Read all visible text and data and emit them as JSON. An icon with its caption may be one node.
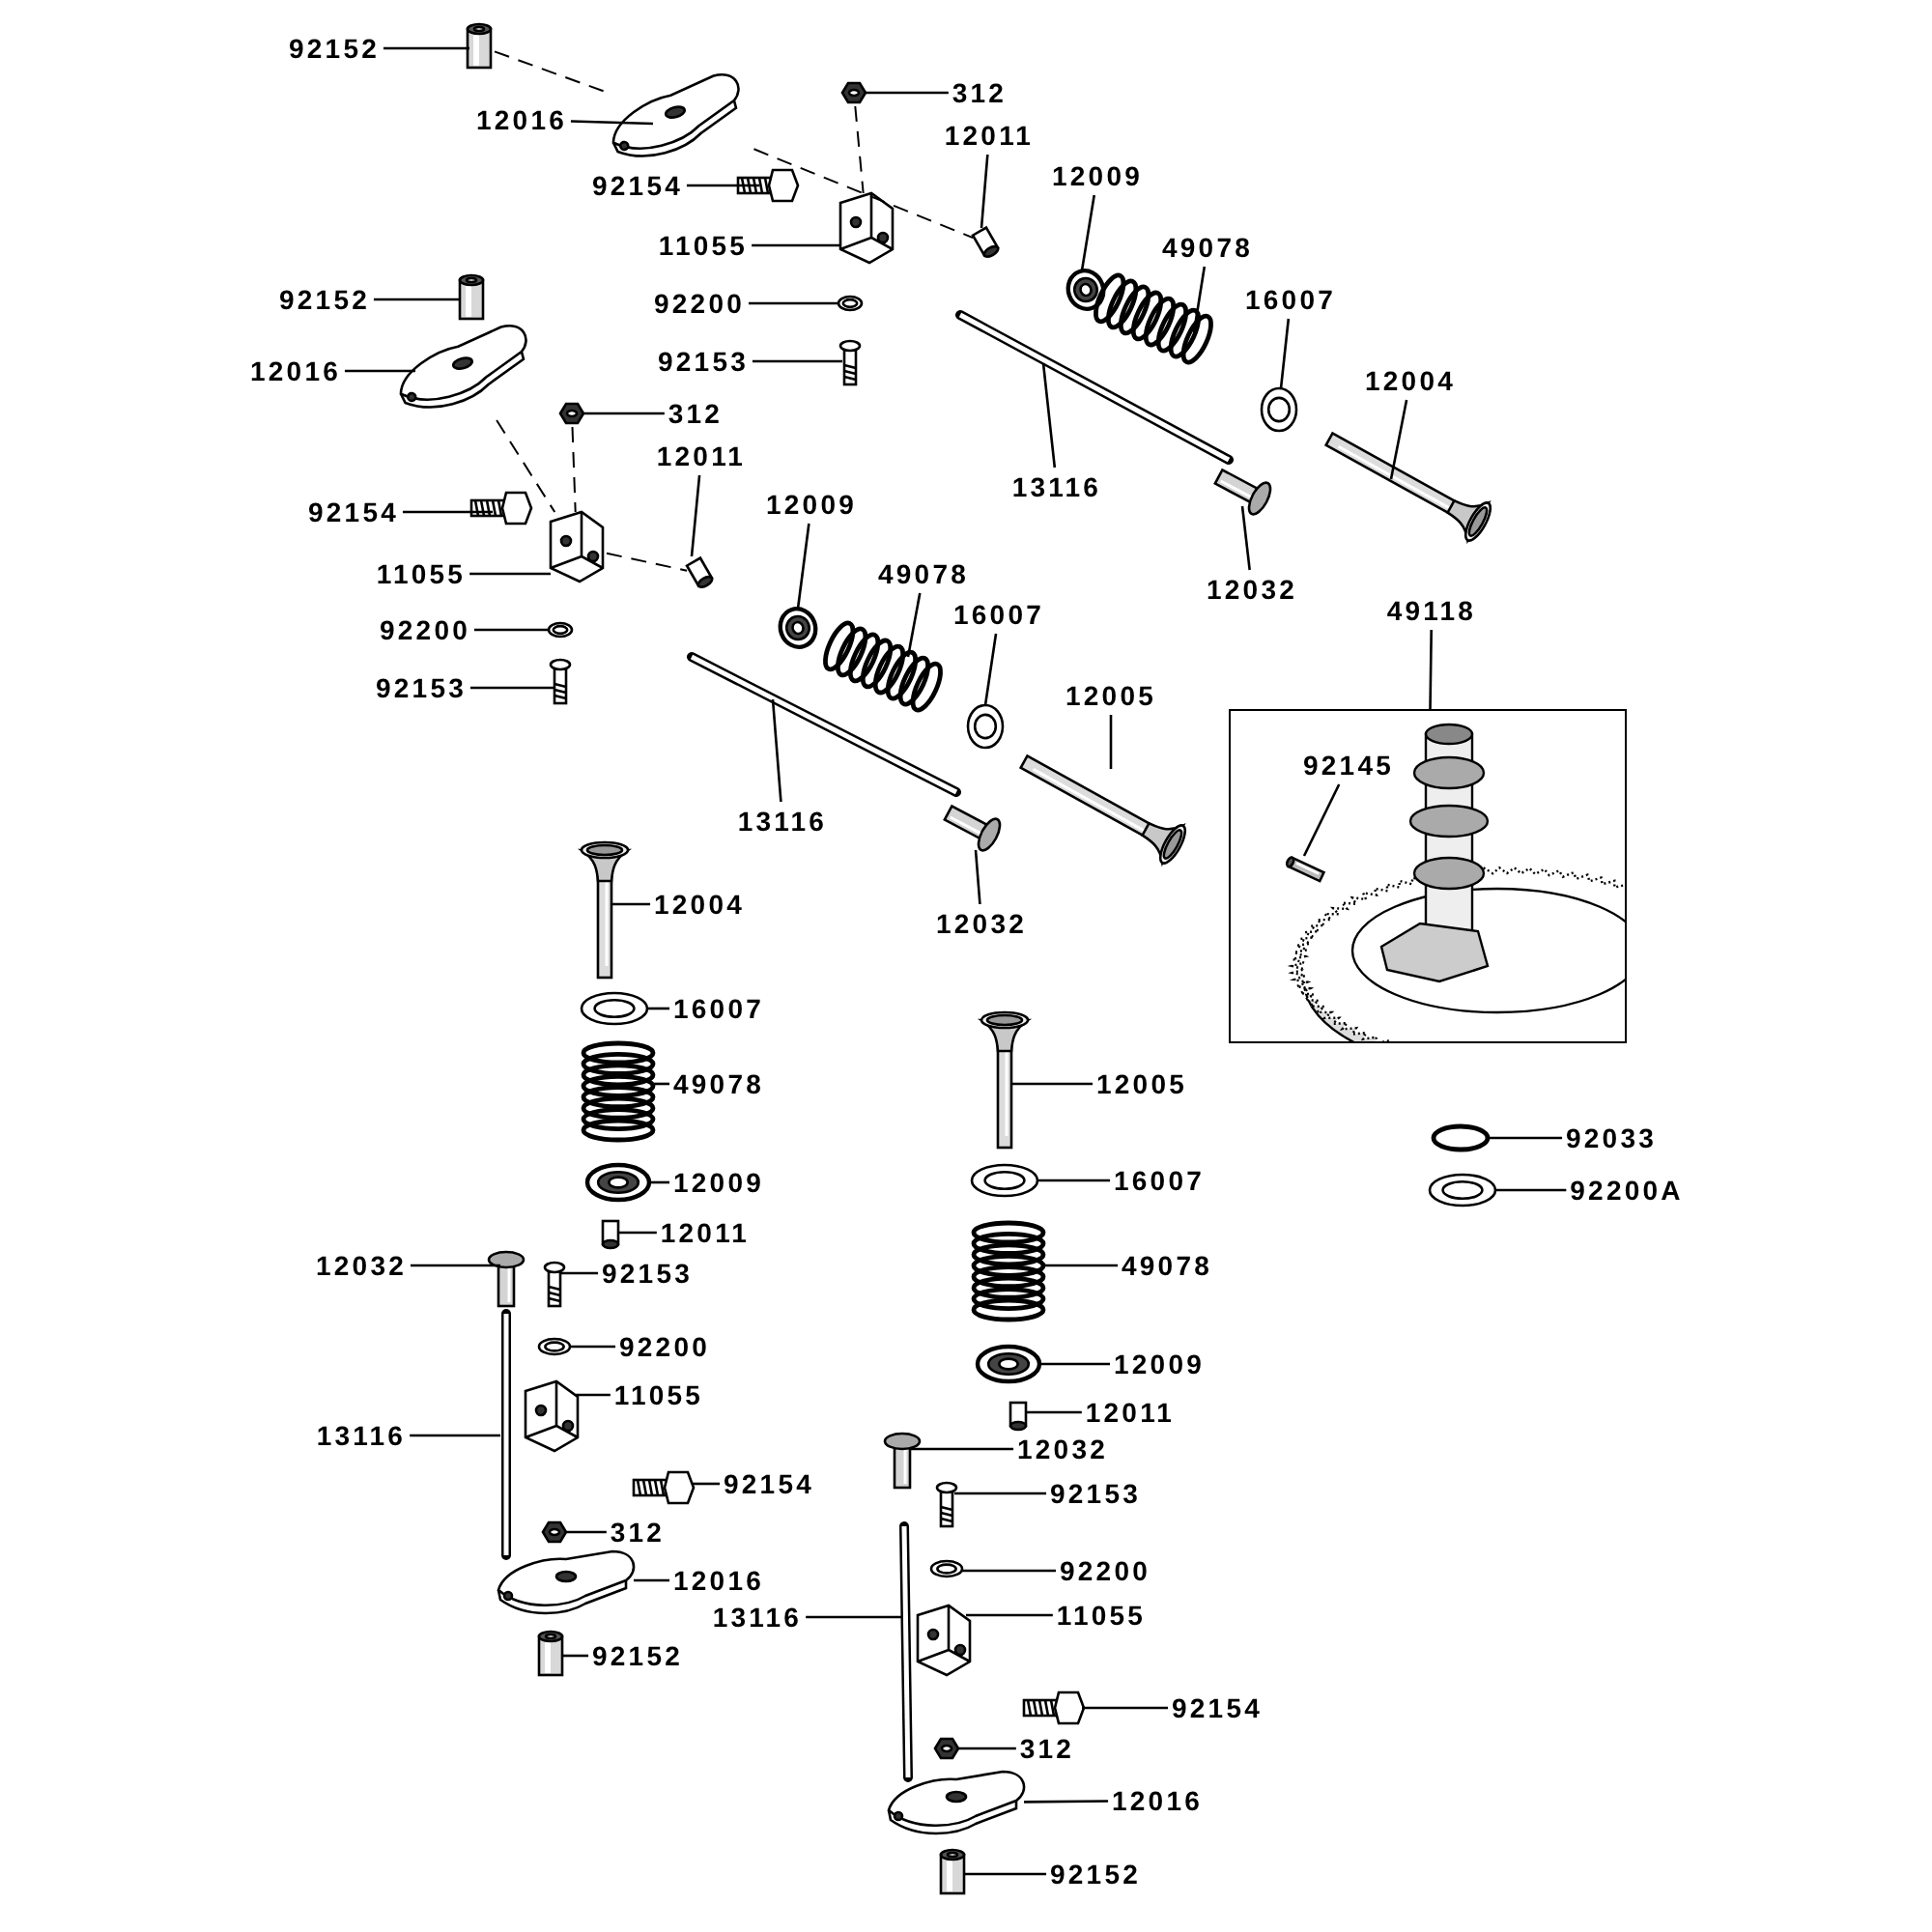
{
  "diagram": {
    "nodes": [
      {
        "text": [
          "92152"
        ]
      },
      {
        "text": [
          "12016"
        ]
      },
      {
        "text": [
          "312"
        ]
      },
      {
        "text": [
          "12011"
        ]
      },
      {
        "text": [
          "92154"
        ]
      },
      {
        "text": [
          "12009"
        ]
      },
      {
        "text": [
          "11055"
        ]
      },
      {
        "text": [
          "49078"
        ]
      },
      {
        "text": [
          "16007"
        ]
      },
      {
        "text": [
          "92200"
        ]
      },
      {
        "text": [
          "12004"
        ]
      },
      {
        "text": [
          "92153"
        ]
      },
      {
        "text": [
          "13116"
        ]
      },
      {
        "text": [
          "12032"
        ]
      },
      {
        "text": [
          "92152"
        ]
      },
      {
        "text": [
          "12016"
        ]
      },
      {
        "text": [
          "312"
        ]
      },
      {
        "text": [
          "12011"
        ]
      },
      {
        "text": [
          "92154"
        ]
      },
      {
        "text": [
          "12009"
        ]
      },
      {
        "text": [
          "11055"
        ]
      },
      {
        "text": [
          "49078"
        ]
      },
      {
        "text": [
          "16007"
        ]
      },
      {
        "text": [
          "92200"
        ]
      },
      {
        "text": [
          "12005"
        ]
      },
      {
        "text": [
          "92153"
        ]
      },
      {
        "text": [
          "13116"
        ]
      },
      {
        "text": [
          "12032"
        ]
      },
      {
        "text": [
          "49118"
        ]
      },
      {
        "text": [],
        "shape": "box"
      },
      {
        "text": [
          "92145"
        ],
        "in": 29
      },
      {
        "text": [
          "92033"
        ]
      },
      {
        "text": [
          "92200A"
        ]
      },
      {
        "text": [
          "12004"
        ]
      },
      {
        "text": [
          "16007"
        ]
      },
      {
        "text": [
          "49078"
        ]
      },
      {
        "text": [
          "12009"
        ]
      },
      {
        "text": [
          "12011"
        ]
      },
      {
        "text": [
          "12032"
        ]
      },
      {
        "text": [
          "92153"
        ]
      },
      {
        "text": [
          "92200"
        ]
      },
      {
        "text": [
          "11055"
        ]
      },
      {
        "text": [
          "13116"
        ]
      },
      {
        "text": [
          "92154"
        ]
      },
      {
        "text": [
          "312"
        ]
      },
      {
        "text": [
          "12016"
        ]
      },
      {
        "text": [
          "92152"
        ]
      },
      {
        "text": [
          "12005"
        ]
      },
      {
        "text": [
          "16007"
        ]
      },
      {
        "text": [
          "49078"
        ]
      },
      {
        "text": [
          "12009"
        ]
      },
      {
        "text": [
          "12011"
        ]
      },
      {
        "text": [
          "12032"
        ]
      },
      {
        "text": [
          "92153"
        ]
      },
      {
        "text": [
          "92200"
        ]
      },
      {
        "text": [
          "13116"
        ]
      },
      {
        "text": [
          "11055"
        ]
      },
      {
        "text": [
          "92154"
        ]
      },
      {
        "text": [
          "312"
        ]
      },
      {
        "text": [
          "12016"
        ]
      },
      {
        "text": [
          "92152"
        ]
      },
      {
        "text": [],
        "shape": "picture"
      },
      {
        "text": [],
        "shape": "picture"
      },
      {
        "text": [],
        "shape": "picture"
      },
      {
        "text": [],
        "shape": "picture"
      },
      {
        "text": [],
        "shape": "picture"
      },
      {
        "text": [],
        "shape": "picture"
      },
      {
        "text": [],
        "shape": "picture"
      },
      {
        "text": [],
        "shape": "picture"
      },
      {
        "text": [],
        "shape": "picture"
      },
      {
        "text": [],
        "shape": "picture"
      },
      {
        "text": [],
        "shape": "picture"
      },
      {
        "text": [],
        "shape": "picture"
      },
      {
        "text": [],
        "shape": "picture"
      },
      {
        "text": [],
        "shape": "picture"
      },
      {
        "text": [],
        "shape": "picture"
      },
      {
        "text": [],
        "shape": "picture"
      },
      {
        "text": [],
        "shape": "picture"
      },
      {
        "text": [],
        "shape": "picture"
      },
      {
        "text": [],
        "shape": "picture"
      },
      {
        "text": [],
        "shape": "picture"
      },
      {
        "text": [],
        "shape": "picture"
      },
      {
        "text": [],
        "shape": "picture"
      },
      {
        "text": [],
        "shape": "picture"
      },
      {
        "text": [],
        "shape": "picture"
      },
      {
        "text": [],
        "shape": "picture"
      },
      {
        "text": [],
        "shape": "picture"
      },
      {
        "text": [],
        "shape": "picture"
      },
      {
        "text": [],
        "shape": "picture"
      },
      {
        "text": [],
        "shape": "picture",
        "in": 29
      },
      {
        "text": [],
        "shape": "picture"
      },
      {
        "text": [],
        "shape": "picture"
      },
      {
        "text": [],
        "shape": "picture"
      },
      {
        "text": [],
        "shape": "picture"
      },
      {
        "text": [],
        "shape": "picture"
      },
      {
        "text": [],
        "shape": "picture"
      },
      {
        "text": [],
        "shape": "picture"
      },
      {
        "text": [],
        "shape": "picture"
      },
      {
        "text": [],
        "shape": "picture"
      },
      {
        "text": [],
        "shape": "picture"
      },
      {
        "text": [],
        "shape": "picture"
      },
      {
        "text": [],
        "shape": "picture"
      },
      {
        "text": [],
        "shape": "picture"
      },
      {
        "text": [],
        "shape": "picture"
      },
      {
        "text": [],
        "shape": "picture"
      },
      {
        "text": [],
        "shape": "picture"
      },
      {
        "text": [],
        "shape": "picture"
      },
      {
        "text": [],
        "shape": "picture"
      },
      {
        "text": [],
        "shape": "picture"
      },
      {
        "text": [],
        "shape": "picture"
      },
      {
        "text": [],
        "shape": "picture"
      },
      {
        "text": [],
        "shape": "picture"
      },
      {
        "text": [],
        "shape": "picture"
      },
      {
        "text": [],
        "shape": "picture"
      },
      {
        "text": [],
        "shape": "picture"
      },
      {
        "text": [],
        "shape": "picture"
      },
      {
        "text": [],
        "shape": "picture"
      },
      {
        "text": [],
        "shape": "picture"
      },
      {
        "text": [],
        "shape": "picture"
      },
      {
        "text": [],
        "shape": "picture"
      }
    ],
    "edges": [
      {
        "from": 0,
        "to": 61,
        "arrow": "none"
      },
      {
        "from": 1,
        "to": 62,
        "arrow": "none"
      },
      {
        "from": 2,
        "to": 63,
        "arrow": "none"
      },
      {
        "from": 3,
        "to": 64,
        "arrow": "none"
      },
      {
        "from": 4,
        "to": 65,
        "arrow": "none"
      },
      {
        "from": 5,
        "to": 66,
        "arrow": "none"
      },
      {
        "from": 6,
        "to": 67,
        "arrow": "none"
      },
      {
        "from": 7,
        "to": 68,
        "arrow": "none"
      },
      {
        "from": 8,
        "to": 69,
        "arrow": "none"
      },
      {
        "from": 9,
        "to": 70,
        "arrow": "none"
      },
      {
        "from": 10,
        "to": 71,
        "arrow": "none"
      },
      {
        "from": 11,
        "to": 72,
        "arrow": "none"
      },
      {
        "from": 12,
        "to": 73,
        "arrow": "none"
      },
      {
        "from": 13,
        "to": 74,
        "arrow": "none"
      },
      {
        "from": 14,
        "to": 75,
        "arrow": "none"
      },
      {
        "from": 15,
        "to": 76,
        "arrow": "none"
      },
      {
        "from": 16,
        "to": 77,
        "arrow": "none"
      },
      {
        "from": 17,
        "to": 78,
        "arrow": "none"
      },
      {
        "from": 18,
        "to": 79,
        "arrow": "none"
      },
      {
        "from": 19,
        "to": 80,
        "arrow": "none"
      },
      {
        "from": 20,
        "to": 81,
        "arrow": "none"
      },
      {
        "from": 21,
        "to": 82,
        "arrow": "none"
      },
      {
        "from": 22,
        "to": 83,
        "arrow": "none"
      },
      {
        "from": 23,
        "to": 84,
        "arrow": "none"
      },
      {
        "from": 24,
        "to": 85,
        "arrow": "none"
      },
      {
        "from": 25,
        "to": 86,
        "arrow": "none"
      },
      {
        "from": 26,
        "to": 87,
        "arrow": "none"
      },
      {
        "from": 27,
        "to": 88,
        "arrow": "none"
      },
      {
        "from": 28,
        "to": 29,
        "arrow": "none"
      },
      {
        "from": 30,
        "to": 89,
        "arrow": "none"
      },
      {
        "from": 31,
        "to": 90,
        "arrow": "none"
      },
      {
        "from": 32,
        "to": 91,
        "arrow": "none"
      },
      {
        "from": 33,
        "to": 92,
        "arrow": "none"
      },
      {
        "from": 34,
        "to": 93,
        "arrow": "none"
      },
      {
        "from": 35,
        "to": 94,
        "arrow": "none"
      },
      {
        "from": 36,
        "to": 95,
        "arrow": "none"
      },
      {
        "from": 37,
        "to": 96,
        "arrow": "none"
      },
      {
        "from": 38,
        "to": 97,
        "arrow": "none"
      },
      {
        "from": 39,
        "to": 98,
        "arrow": "none"
      },
      {
        "from": 40,
        "to": 99,
        "arrow": "none"
      },
      {
        "from": 41,
        "to": 100,
        "arrow": "none"
      },
      {
        "from": 42,
        "to": 101,
        "arrow": "none"
      },
      {
        "from": 43,
        "to": 102,
        "arrow": "none"
      },
      {
        "from": 44,
        "to": 103,
        "arrow": "none"
      },
      {
        "from": 45,
        "to": 104,
        "arrow": "none"
      },
      {
        "from": 46,
        "to": 105,
        "arrow": "none"
      },
      {
        "from": 47,
        "to": 106,
        "arrow": "none"
      },
      {
        "from": 48,
        "to": 107,
        "arrow": "none"
      },
      {
        "from": 49,
        "to": 108,
        "arrow": "none"
      },
      {
        "from": 50,
        "to": 109,
        "arrow": "none"
      },
      {
        "from": 51,
        "to": 110,
        "arrow": "none"
      },
      {
        "from": 52,
        "to": 111,
        "arrow": "none"
      },
      {
        "from": 53,
        "to": 112,
        "arrow": "none"
      },
      {
        "from": 54,
        "to": 113,
        "arrow": "none"
      },
      {
        "from": 55,
        "to": 114,
        "arrow": "none"
      },
      {
        "from": 56,
        "to": 115,
        "arrow": "none"
      },
      {
        "from": 57,
        "to": 116,
        "arrow": "none"
      },
      {
        "from": 58,
        "to": 117,
        "arrow": "none"
      },
      {
        "from": 59,
        "to": 118,
        "arrow": "none"
      },
      {
        "from": 60,
        "to": 119,
        "arrow": "none"
      },
      {
        "from": 61,
        "to": 62,
        "arrow": "none",
        "style": "dashed"
      },
      {
        "from": 62,
        "to": 64,
        "arrow": "none",
        "style": "dashed"
      },
      {
        "from": 63,
        "to": 67,
        "arrow": "none",
        "style": "dashed"
      },
      {
        "from": 76,
        "to": 81,
        "arrow": "none",
        "style": "dashed"
      },
      {
        "from": 77,
        "to": 81,
        "arrow": "none",
        "style": "dashed"
      },
      {
        "from": 81,
        "to": 78,
        "arrow": "none",
        "style": "dashed"
      }
    ]
  }
}
